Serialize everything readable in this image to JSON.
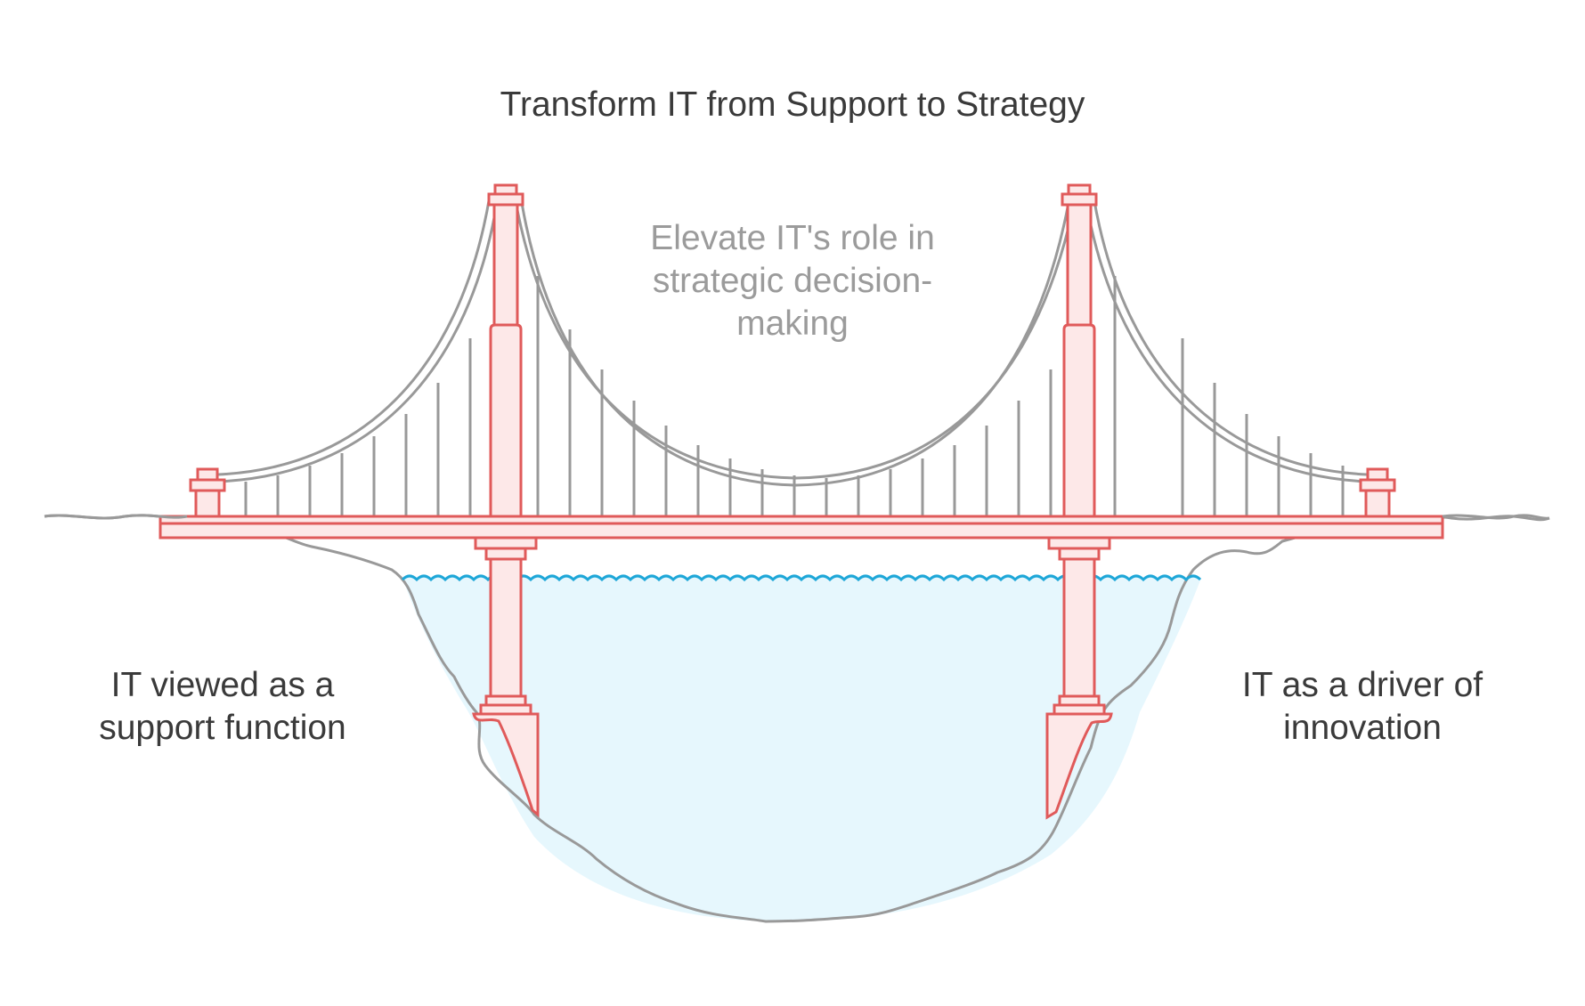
{
  "diagram": {
    "title": "Transform IT from Support to Strategy",
    "center_label": "Elevate IT's role in strategic decision-making",
    "left_label": "IT viewed as a support function",
    "right_label": "IT as a driver of innovation"
  },
  "colors": {
    "tower_stroke": "#e05a5a",
    "tower_fill": "#fde8e8",
    "cable": "#999999",
    "ground": "#999999",
    "water_fill": "#e6f7fd",
    "water_line": "#1ea7d8",
    "title_text": "#3a3a3a",
    "center_text": "#9b9b9b"
  },
  "icons": [
    "suspension-bridge",
    "water-waves"
  ]
}
